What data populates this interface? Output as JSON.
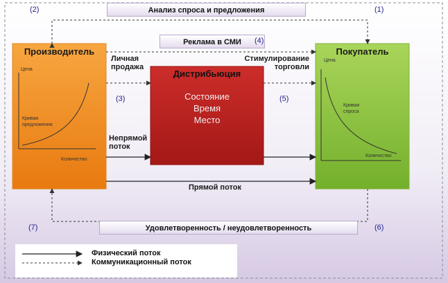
{
  "banners": {
    "top": "Анализ спроса и предложения",
    "ads": "Реклама в СМИ",
    "bottom": "Удовлетворенность / неудовлетворенность"
  },
  "numbers": {
    "n1": "(1)",
    "n2": "(2)",
    "n3": "(3)",
    "n4": "(4)",
    "n5": "(5)",
    "n6": "(6)",
    "n7": "(7)"
  },
  "nodes": {
    "producer": {
      "title": "Производитель",
      "color": "#f28e1e",
      "chart": {
        "ylabel": "Цена",
        "xlabel": "Количество",
        "curve_label": [
          "Кривая",
          "предложения"
        ]
      }
    },
    "distribution": {
      "title": "Дистрибьюция",
      "color": "#b82220",
      "attributes": [
        "Состояние",
        "Время",
        "Место"
      ]
    },
    "buyer": {
      "title": "Покупатель",
      "color": "#8dc63f",
      "chart": {
        "ylabel": "Цена",
        "xlabel": "Количество",
        "curve_label": [
          "Кривая",
          "спроса"
        ]
      }
    }
  },
  "flows": {
    "personal_selling": [
      "Личная",
      "продажа"
    ],
    "sales_promotion": [
      "Стимулирование",
      "торговли"
    ],
    "indirect": [
      "Непрямой",
      "поток"
    ],
    "direct": "Прямой поток"
  },
  "legend": {
    "physical": "Физический поток",
    "communication": "Коммуникационный поток"
  }
}
